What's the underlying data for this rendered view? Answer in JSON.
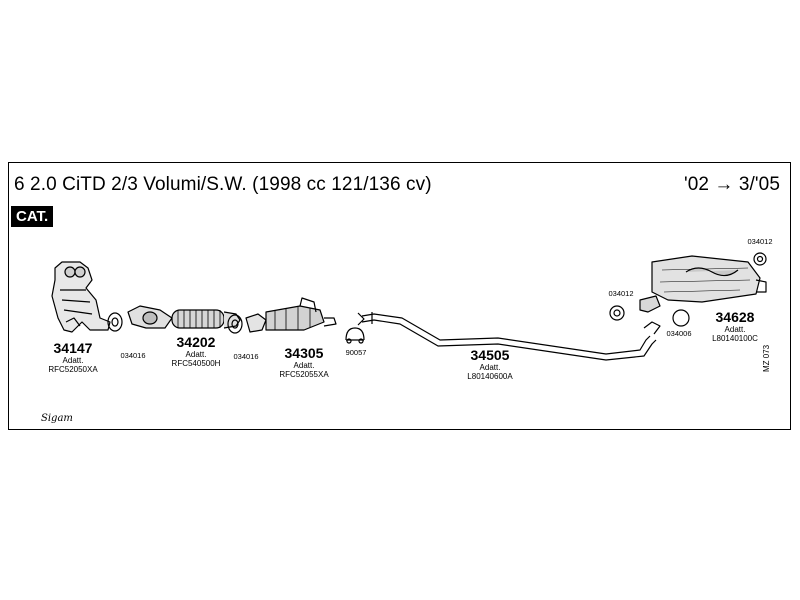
{
  "header": {
    "title": "6 2.0 CiTD 2/3 Volumi/S.W. (1998 cc 121/136 cv)",
    "years": "'02 → 3/'05",
    "badge": "CAT."
  },
  "parts": [
    {
      "number": "34147",
      "note": "Adatt.",
      "code": "RFC52050XA"
    },
    {
      "number": "34202",
      "note": "Adatt.",
      "code": "RFC540500H"
    },
    {
      "number": "34305",
      "note": "Adatt.",
      "code": "RFC52055XA"
    },
    {
      "number": "34505",
      "note": "Adatt.",
      "code": "L80140600A"
    },
    {
      "number": "34628",
      "note": "Adatt.",
      "code": "L80140100C"
    }
  ],
  "fittings": [
    "034016",
    "034016",
    "90057",
    "034012",
    "034012",
    "034006"
  ],
  "footer": {
    "logo": "Sigam",
    "drawing_ref": "MZ 073"
  }
}
